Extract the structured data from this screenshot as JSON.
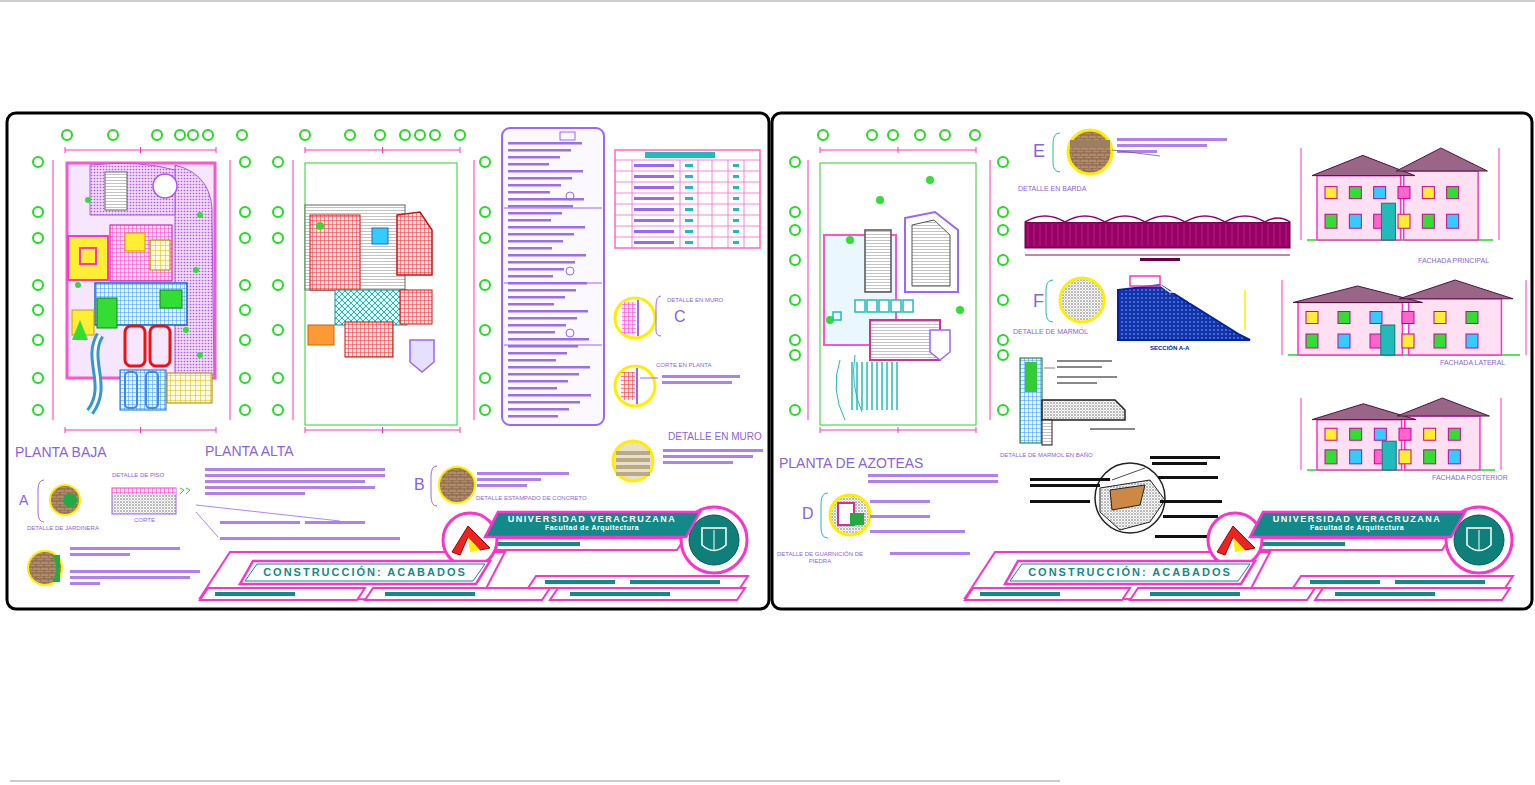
{
  "diagram": {
    "nodes": [
      {
        "text": [
          "UNIVERSIDAD VERACRUZANA",
          "Facultad de Arquitectura"
        ]
      },
      {
        "text": [
          "CONSTRUCCIÓN: ACABADOS"
        ]
      },
      {
        "text": [
          "UNIVERSIDAD VERACRUZANA",
          "Facultad de Arquitectura"
        ]
      },
      {
        "text": [
          "CONSTRUCCIÓN: ACABADOS"
        ]
      }
    ],
    "labels": [
      "PLANTA BAJA",
      "PLANTA ALTA",
      "C",
      "DETALLE EN MURO",
      "CORTE EN PLANTA",
      "DETALLE EN MURO",
      "A",
      "DETALLE DE JARDINERA",
      "DETALLE DE PISO",
      "CORTE",
      "B",
      "DETALLE ESTAMPADO DE CONCRETO",
      "E",
      "DETALLE EN BARDA",
      "F",
      "DETALLE DE MARMÓL",
      "SECCIÓN A-A",
      "DETALLE DE MARMOL EN BAÑO",
      "PLANTA DE AZOTEAS",
      "D",
      "DETALLE DE GUARNICIÓN DE PIEDRA",
      "FACHADA PRINCIPAL",
      "FACHADA LATERAL",
      "FACHADA POSTERIOR"
    ]
  }
}
